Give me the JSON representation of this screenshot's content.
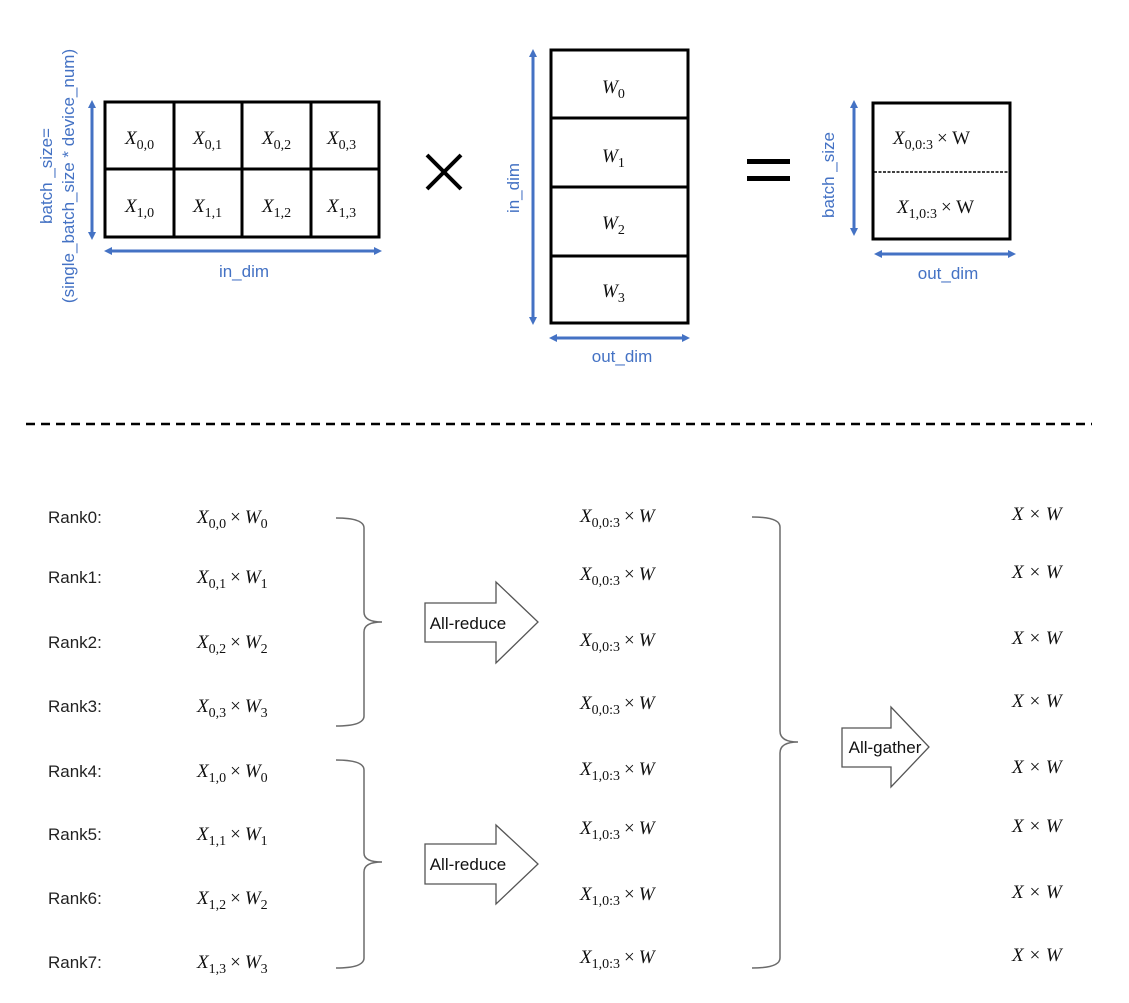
{
  "top": {
    "x_matrix": {
      "cells": [
        [
          {
            "base": "X",
            "sub": "0,0"
          },
          {
            "base": "X",
            "sub": "0,1"
          },
          {
            "base": "X",
            "sub": "0,2"
          },
          {
            "base": "X",
            "sub": "0,3"
          }
        ],
        [
          {
            "base": "X",
            "sub": "1,0"
          },
          {
            "base": "X",
            "sub": "1,1"
          },
          {
            "base": "X",
            "sub": "1,2"
          },
          {
            "base": "X",
            "sub": "1,3"
          }
        ]
      ],
      "row_label_line1": "batch _size=",
      "row_label_line2": "(single_batch_size * device_num)",
      "col_label": "in_dim"
    },
    "multiply_symbol": "×",
    "w_matrix": {
      "cells": [
        {
          "base": "W",
          "sub": "0"
        },
        {
          "base": "W",
          "sub": "1"
        },
        {
          "base": "W",
          "sub": "2"
        },
        {
          "base": "W",
          "sub": "3"
        }
      ],
      "row_label": "in_dim",
      "col_label": "out_dim"
    },
    "equals_symbol": "=",
    "result_matrix": {
      "cells": [
        {
          "base": "X",
          "sub": "0,0:3",
          "suffix": "× W"
        },
        {
          "base": "X",
          "sub": "1,0:3",
          "suffix": "× W"
        }
      ],
      "row_label": "batch _size",
      "col_label": "out_dim"
    }
  },
  "bottom": {
    "ranks": [
      {
        "label": "Rank0:",
        "x_sub": "0,0",
        "w_sub": "0",
        "reduced_sub": "0,0:3",
        "gathered": "X × W"
      },
      {
        "label": "Rank1:",
        "x_sub": "0,1",
        "w_sub": "1",
        "reduced_sub": "0,0:3",
        "gathered": "X × W"
      },
      {
        "label": "Rank2:",
        "x_sub": "0,2",
        "w_sub": "2",
        "reduced_sub": "0,0:3",
        "gathered": "X × W"
      },
      {
        "label": "Rank3:",
        "x_sub": "0,3",
        "w_sub": "3",
        "reduced_sub": "0,0:3",
        "gathered": "X × W"
      },
      {
        "label": "Rank4:",
        "x_sub": "1,0",
        "w_sub": "0",
        "reduced_sub": "1,0:3",
        "gathered": "X × W"
      },
      {
        "label": "Rank5:",
        "x_sub": "1,1",
        "w_sub": "1",
        "reduced_sub": "1,0:3",
        "gathered": "X × W"
      },
      {
        "label": "Rank6:",
        "x_sub": "1,2",
        "w_sub": "2",
        "reduced_sub": "1,0:3",
        "gathered": "X × W"
      },
      {
        "label": "Rank7:",
        "x_sub": "1,3",
        "w_sub": "3",
        "reduced_sub": "1,0:3",
        "gathered": "X × W"
      }
    ],
    "allreduce_label_1": "All-reduce",
    "allreduce_label_2": "All-reduce",
    "allgather_label": "All-gather",
    "times_symbol": "×",
    "w_symbol": "W",
    "x_symbol": "X"
  },
  "colors": {
    "dimension_blue": "#4472c4",
    "ink": "#000000",
    "brace_gray": "#6b6b6b",
    "arrow_outline": "#555555"
  }
}
